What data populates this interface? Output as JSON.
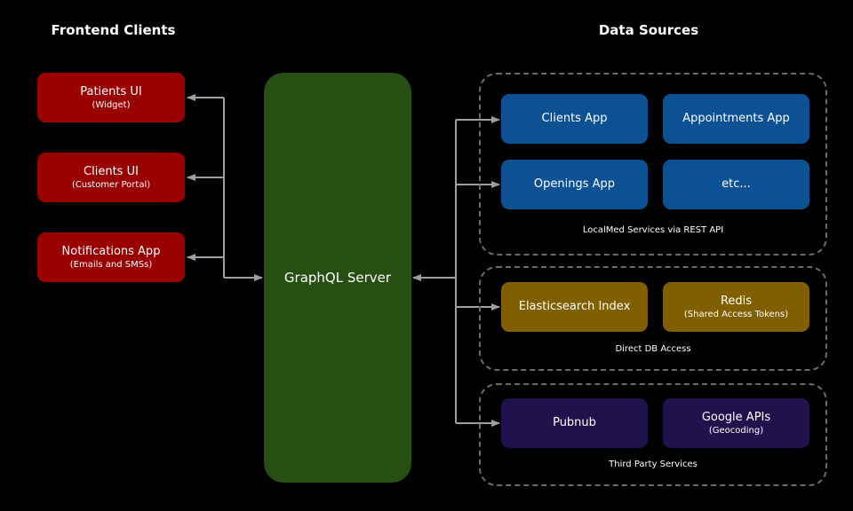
{
  "titles": {
    "left": "Frontend Clients",
    "right": "Data Sources"
  },
  "frontend": [
    {
      "title": "Patients UI",
      "subtitle": "(Widget)"
    },
    {
      "title": "Clients UI",
      "subtitle": "(Customer Portal)"
    },
    {
      "title": "Notifications App",
      "subtitle": "(Emails and SMSs)"
    }
  ],
  "server": {
    "title": "GraphQL Server"
  },
  "groups": [
    {
      "label": "LocalMed Services via REST API",
      "items": [
        {
          "title": "Clients App"
        },
        {
          "title": "Appointments App"
        },
        {
          "title": "Openings App"
        },
        {
          "title": "etc..."
        }
      ]
    },
    {
      "label": "Direct DB Access",
      "items": [
        {
          "title": "Elasticsearch Index"
        },
        {
          "title": "Redis",
          "subtitle": "(Shared Access Tokens)"
        }
      ]
    },
    {
      "label": "Third Party Services",
      "items": [
        {
          "title": "Pubnub"
        },
        {
          "title": "Google APIs",
          "subtitle": "(Geocoding)"
        }
      ]
    }
  ],
  "colors": {
    "frontend": "#990000",
    "server": "#274e13",
    "rest": "#0d5195",
    "db": "#7f5f00",
    "third_party": "#20124d",
    "connector": "#9e9e9e",
    "group_border": "#6b6b6b"
  }
}
